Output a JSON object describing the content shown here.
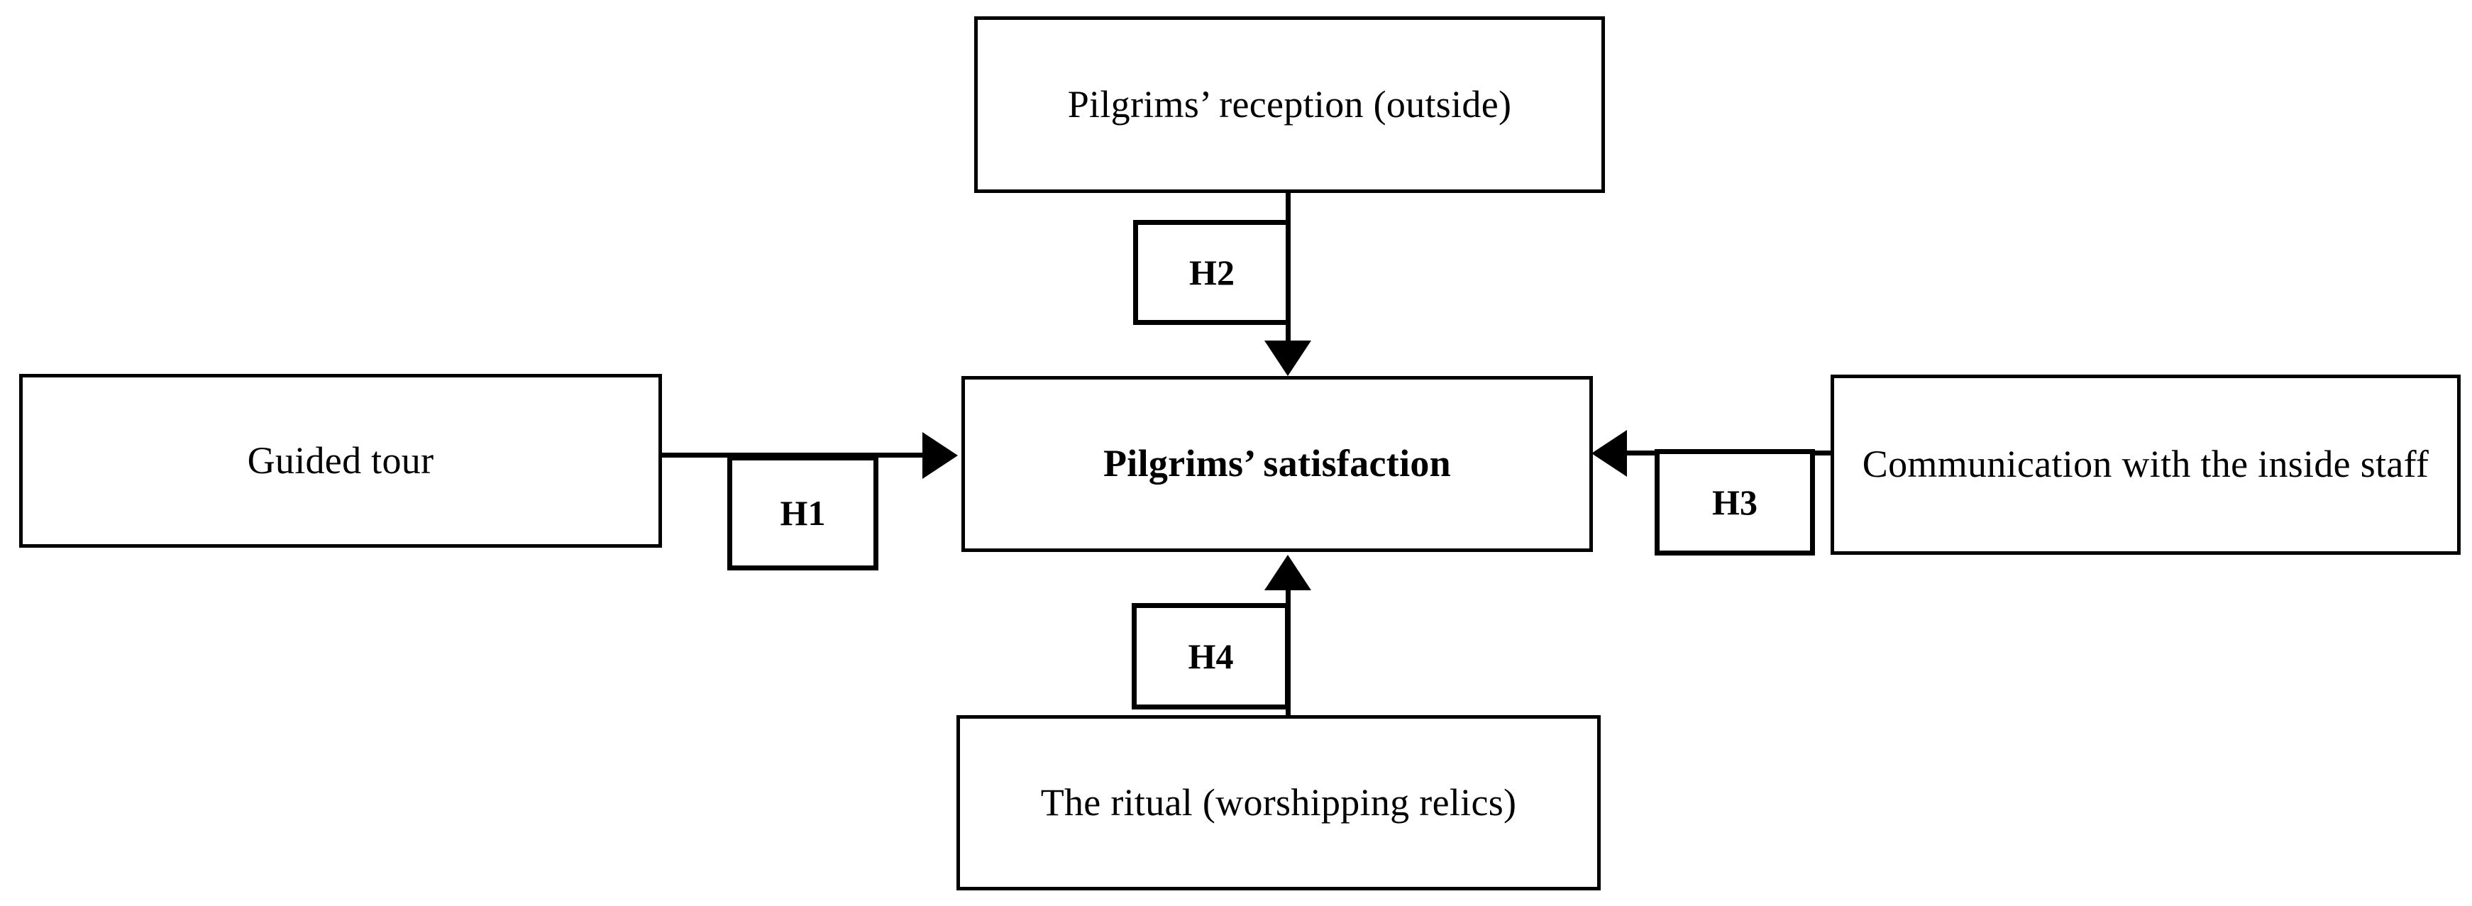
{
  "diagram": {
    "type": "conceptual-model",
    "background_color": "#ffffff",
    "line_color": "#000000",
    "central_node": {
      "id": "pilgrims-satisfaction",
      "label": "Pilgrims’ satisfaction",
      "bold": true
    },
    "nodes": [
      {
        "id": "pilgrims-reception",
        "label": "Pilgrims’ reception (outside)",
        "position": "top"
      },
      {
        "id": "guided-tour",
        "label": "Guided tour",
        "position": "left"
      },
      {
        "id": "communication-inside-staff",
        "label": "Communication with the inside staff",
        "position": "right"
      },
      {
        "id": "the-ritual",
        "label": "The ritual (worshipping relics)",
        "position": "bottom"
      }
    ],
    "hypotheses": [
      {
        "id": "h1",
        "label": "H1",
        "from": "guided-tour",
        "to": "pilgrims-satisfaction",
        "direction": "right"
      },
      {
        "id": "h2",
        "label": "H2",
        "from": "pilgrims-reception",
        "to": "pilgrims-satisfaction",
        "direction": "down"
      },
      {
        "id": "h3",
        "label": "H3",
        "from": "communication-inside-staff",
        "to": "pilgrims-satisfaction",
        "direction": "left"
      },
      {
        "id": "h4",
        "label": "H4",
        "from": "the-ritual",
        "to": "pilgrims-satisfaction",
        "direction": "up"
      }
    ]
  }
}
